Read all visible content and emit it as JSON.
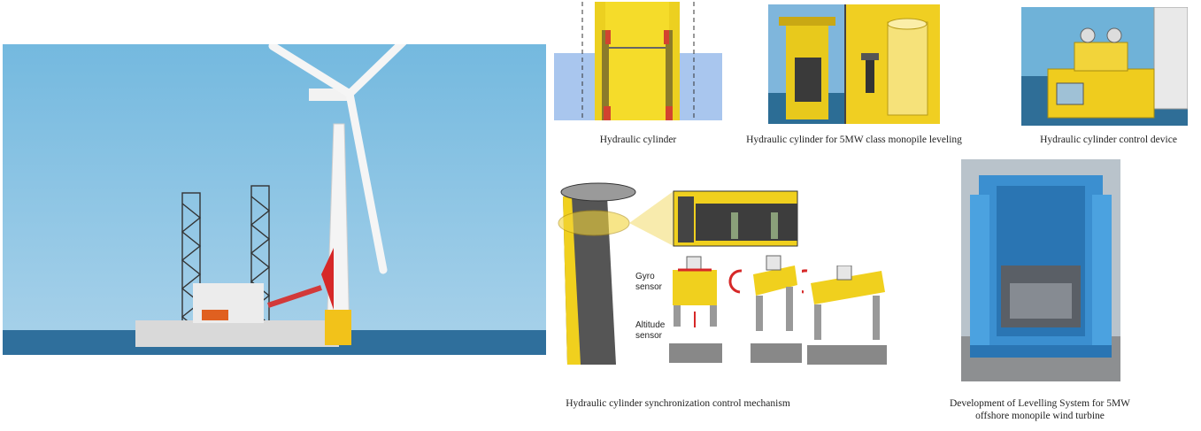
{
  "captions": {
    "hydraulic_cylinder": "Hydraulic cylinder",
    "monopile_leveling": "Hydraulic cylinder for 5MW class monopile leveling",
    "control_device": "Hydraulic cylinder control device",
    "sync_mechanism": "Hydraulic cylinder synchronization control mechanism",
    "levelling_line1": "Development of Levelling System for 5MW",
    "levelling_line2": "offshore monopile wind turbine"
  },
  "diagram_labels": {
    "gyro_line1": "Gyro",
    "gyro_line2": "sensor",
    "altitude_line1": "Altitude",
    "altitude_line2": "sensor"
  },
  "colors": {
    "sea_sky": "#5fa6d3",
    "yellow": "#e5c81a",
    "steel_blue": "#3b8fd0"
  }
}
